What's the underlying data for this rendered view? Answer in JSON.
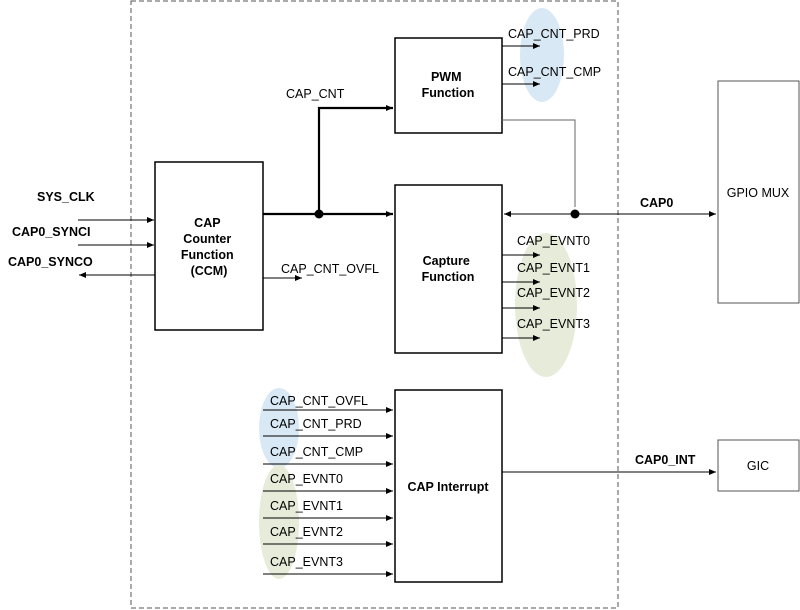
{
  "inputs": {
    "sys_clk": "SYS_CLK",
    "cap0_synci": "CAP0_SYNCI",
    "cap0_synco": "CAP0_SYNCO"
  },
  "blocks": {
    "ccm": [
      "CAP",
      "Counter",
      "Function",
      "(CCM)"
    ],
    "pwm": [
      "PWM",
      "Function"
    ],
    "capture": [
      "Capture",
      "Function"
    ],
    "interrupt": "CAP Interrupt",
    "gpio_mux": "GPIO MUX",
    "gic": "GIC"
  },
  "signals": {
    "cap_cnt": "CAP_CNT",
    "cap_cnt_ovfl": "CAP_CNT_OVFL",
    "cap0": "CAP0",
    "cap0_int": "CAP0_INT",
    "pwm_outputs": [
      "CAP_CNT_PRD",
      "CAP_CNT_CMP"
    ],
    "capture_outputs": [
      "CAP_EVNT0",
      "CAP_EVNT1",
      "CAP_EVNT2",
      "CAP_EVNT3"
    ],
    "interrupt_inputs": [
      "CAP_CNT_OVFL",
      "CAP_CNT_PRD",
      "CAP_CNT_CMP",
      "CAP_EVNT0",
      "CAP_EVNT1",
      "CAP_EVNT2",
      "CAP_EVNT3"
    ]
  },
  "colors": {
    "highlight_blue": "#d8e9f5",
    "highlight_green": "#e6ecd9"
  }
}
